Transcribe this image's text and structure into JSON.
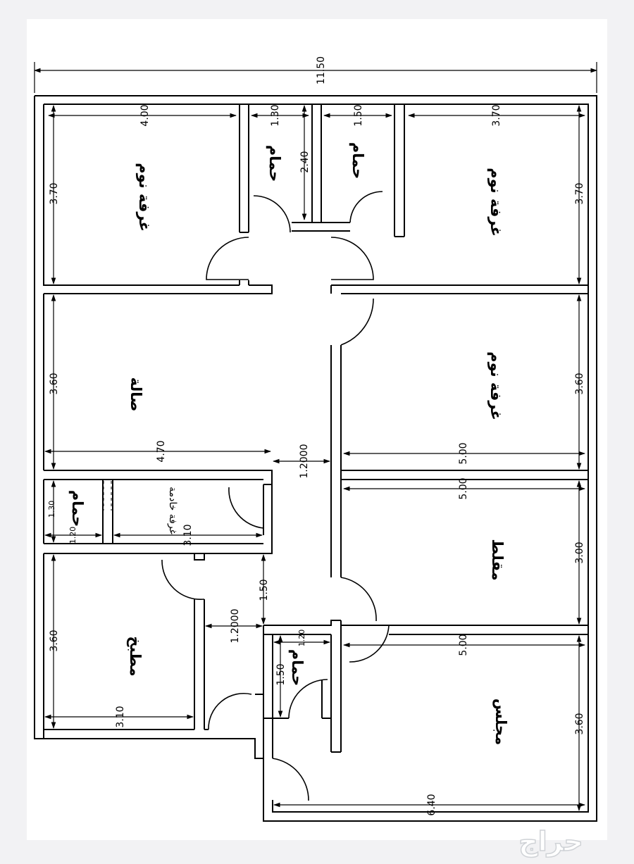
{
  "plan": {
    "overall_width": "11.50",
    "rooms": [
      {
        "id": "bedroom-top-left",
        "name": "غرفة نوم",
        "dims": [
          "4.00",
          "3.70"
        ]
      },
      {
        "id": "bath-top-1",
        "name": "حمام",
        "dims": [
          "1.30",
          "2.40"
        ]
      },
      {
        "id": "bath-top-2",
        "name": "حمام",
        "dims": [
          "1.50"
        ]
      },
      {
        "id": "bedroom-top-right",
        "name": "غرفة نوم",
        "dims": [
          "3.70",
          "3.70"
        ]
      },
      {
        "id": "hall",
        "name": "صالة",
        "dims": [
          "3.60",
          "4.70"
        ]
      },
      {
        "id": "bedroom-mid-right",
        "name": "غرفة نوم",
        "dims": [
          "3.60",
          "5.00"
        ]
      },
      {
        "id": "corridor",
        "name": "",
        "dims": [
          "1.2000"
        ]
      },
      {
        "id": "maid-bath",
        "name": "حمام",
        "dims": [
          "1.30",
          "1.20"
        ]
      },
      {
        "id": "maid-room",
        "name": "غرفة خادمة",
        "dims": [
          "3.10"
        ]
      },
      {
        "id": "muqallat",
        "name": "مقلط",
        "dims": [
          "5.00",
          "3.00"
        ]
      },
      {
        "id": "kitchen",
        "name": "مطبخ",
        "dims": [
          "3.60",
          "3.10"
        ]
      },
      {
        "id": "corridor-2",
        "name": "",
        "dims": [
          "1.50",
          "1.2000"
        ]
      },
      {
        "id": "bath-entry",
        "name": "حمام",
        "dims": [
          "1.50",
          "1.20"
        ]
      },
      {
        "id": "majlis",
        "name": "مجلس",
        "dims": [
          "5.00",
          "3.60",
          "6.40"
        ]
      }
    ]
  },
  "watermark": {
    "text": "حراج"
  }
}
